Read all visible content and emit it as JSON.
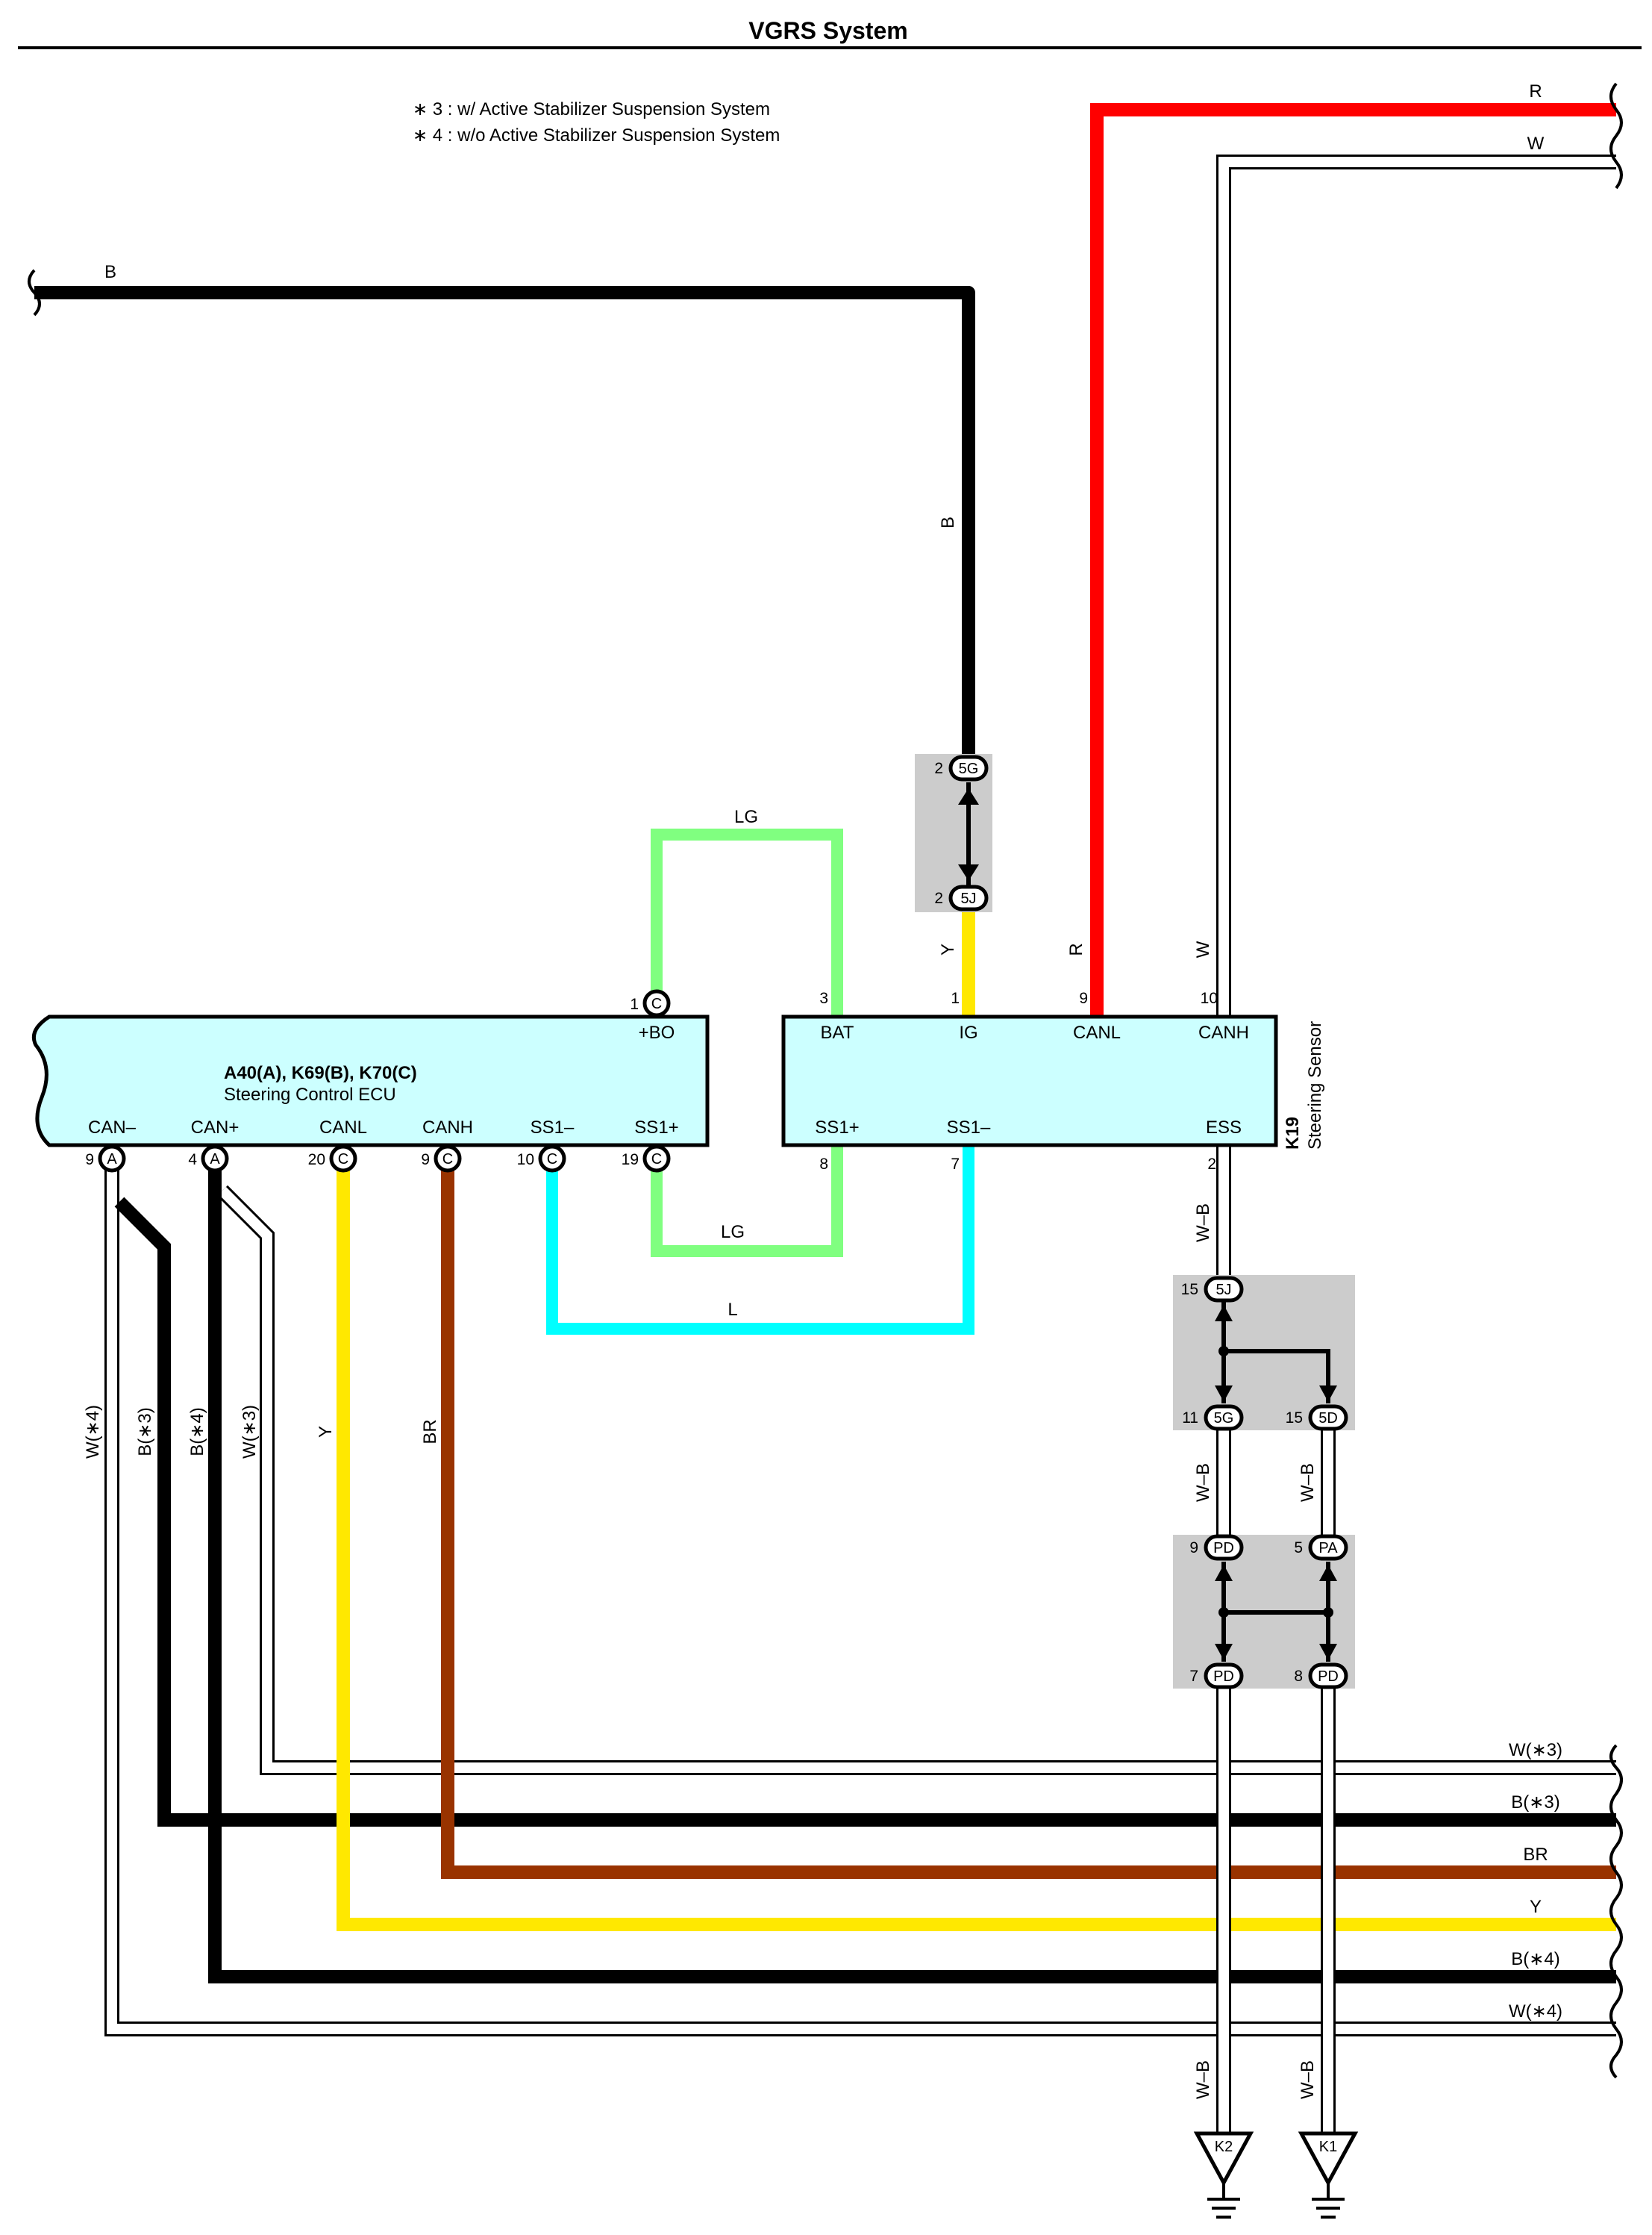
{
  "title": "VGRS System",
  "notes": [
    "∗ 3 : w/ Active Stabilizer Suspension System",
    "∗ 4 : w/o Active Stabilizer Suspension System"
  ],
  "colors": {
    "B": "#000000",
    "R": "#ff0000",
    "W": "#ffffff",
    "LG": "#80ff80",
    "Y": "#ffe800",
    "L": "#00ffff",
    "BR": "#993300",
    "ecu_fill": "#ccffff",
    "junction_box": "#cccccc"
  },
  "ecu": {
    "line1": "A40(A), K69(B), K70(C)",
    "line2": "Steering Control ECU",
    "pins_top": [
      {
        "no": "1",
        "conn": "C",
        "name": "+BO"
      }
    ],
    "pins_bottom": [
      {
        "no": "9",
        "conn": "A",
        "name": "CAN–"
      },
      {
        "no": "4",
        "conn": "A",
        "name": "CAN+"
      },
      {
        "no": "20",
        "conn": "C",
        "name": "CANL"
      },
      {
        "no": "9",
        "conn": "C",
        "name": "CANH"
      },
      {
        "no": "10",
        "conn": "C",
        "name": "SS1–"
      },
      {
        "no": "19",
        "conn": "C",
        "name": "SS1+"
      }
    ]
  },
  "sensor": {
    "code": "K19",
    "name": "Steering Sensor",
    "pins_top": [
      {
        "no": "3",
        "name": "BAT"
      },
      {
        "no": "1",
        "name": "IG"
      },
      {
        "no": "9",
        "name": "CANL"
      },
      {
        "no": "10",
        "name": "CANH"
      }
    ],
    "pins_bottom": [
      {
        "no": "8",
        "name": "SS1+"
      },
      {
        "no": "7",
        "name": "SS1–"
      },
      {
        "no": "2",
        "name": "ESS"
      }
    ]
  },
  "junction_top": {
    "upper": {
      "no": "2",
      "conn": "5G"
    },
    "lower": {
      "no": "2",
      "conn": "5J"
    }
  },
  "junction_mid": {
    "top": {
      "no": "15",
      "conn": "5J"
    },
    "left": {
      "no": "11",
      "conn": "5G"
    },
    "right": {
      "no": "15",
      "conn": "5D"
    }
  },
  "junction_low": {
    "top_left": {
      "no": "9",
      "conn": "PD"
    },
    "top_right": {
      "no": "5",
      "conn": "PA"
    },
    "bot_left": {
      "no": "7",
      "conn": "PD"
    },
    "bot_right": {
      "no": "8",
      "conn": "PD"
    }
  },
  "grounds": [
    "K2",
    "K1"
  ],
  "wire_labels": {
    "b_top": "B",
    "b_vert": "B",
    "r_right": "R",
    "w_right": "W",
    "r_vert": "R",
    "w_vert": "W",
    "y_vert": "Y",
    "lg_top": "LG",
    "lg_bot": "LG",
    "l_bot": "L",
    "wb1": "W–B",
    "wb2": "W–B",
    "wb3": "W–B",
    "wb4": "W–B",
    "wb5": "W–B",
    "v_w4": "W(∗4)",
    "v_b3": "B(∗3)",
    "v_b4": "B(∗4)",
    "v_w3": "W(∗3)",
    "v_y": "Y",
    "v_br": "BR",
    "r_w3": "W(∗3)",
    "r_b3": "B(∗3)",
    "r_br": "BR",
    "r_y": "Y",
    "r_b4": "B(∗4)",
    "r_w4": "W(∗4)"
  }
}
